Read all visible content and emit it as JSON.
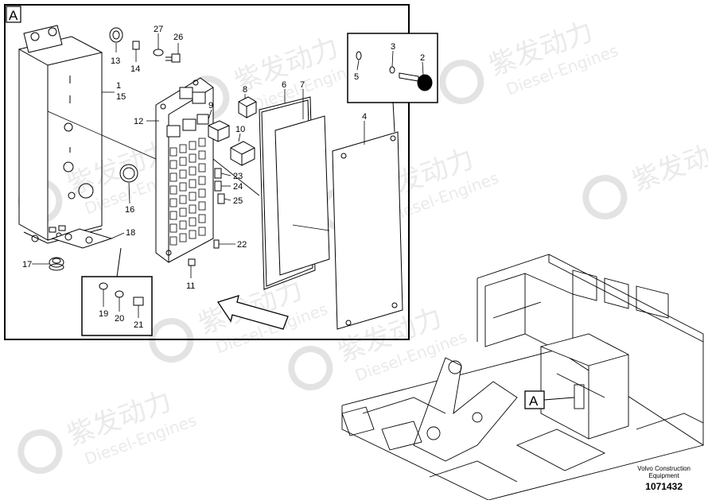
{
  "detail_view_letter": "A",
  "machine_callout_letter": "A",
  "part_labels": {
    "p1": "1",
    "p15": "15",
    "p13": "13",
    "p14": "14",
    "p27": "27",
    "p26": "26",
    "p8": "8",
    "p9": "9",
    "p10": "10",
    "p12": "12",
    "p6": "6",
    "p7": "7",
    "p3": "3",
    "p2": "2",
    "p5": "5",
    "p4": "4",
    "p16": "16",
    "p18": "18",
    "p17": "17",
    "p23": "23",
    "p24": "24",
    "p25": "25",
    "p22": "22",
    "p11": "11",
    "p19": "19",
    "p20": "20",
    "p21": "21"
  },
  "credit": {
    "line1": "Volvo Construction",
    "line2": "Equipment",
    "number": "1071432"
  },
  "watermark": {
    "brand_cn": "紫发动力",
    "brand_en": "Diesel-Engines"
  },
  "colors": {
    "line": "#000000",
    "watermark": "#d9d9d9",
    "background": "#ffffff"
  }
}
